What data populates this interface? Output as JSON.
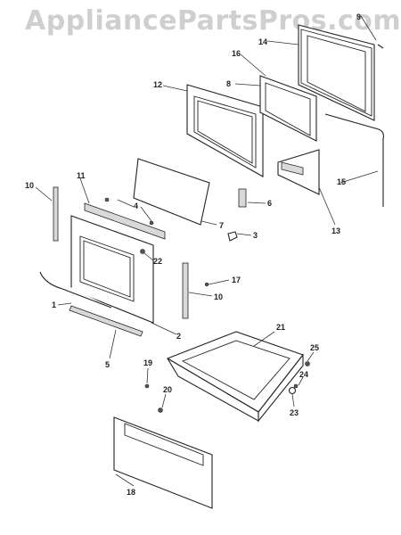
{
  "watermark": "AppliancePartsPros.com",
  "callouts": {
    "c1": "1",
    "c2": "2",
    "c3": "3",
    "c4": "4",
    "c5": "5",
    "c6": "6",
    "c7": "7",
    "c8": "8",
    "c9": "9",
    "c10a": "10",
    "c10b": "10",
    "c11": "11",
    "c12": "12",
    "c13": "13",
    "c14": "14",
    "c15": "15",
    "c16": "16",
    "c17": "17",
    "c18": "18",
    "c19": "19",
    "c20": "20",
    "c21": "21",
    "c22": "22",
    "c23": "23",
    "c24": "24",
    "c25": "25"
  }
}
